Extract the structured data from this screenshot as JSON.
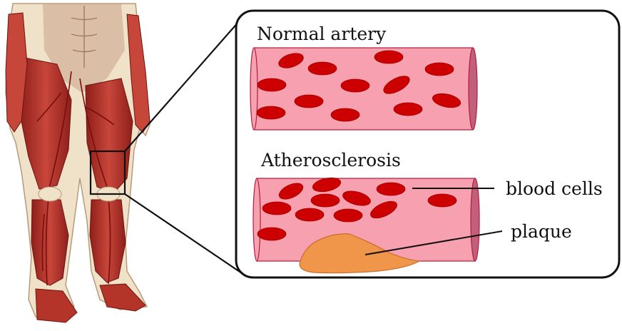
{
  "labels": {
    "normal": "Normal artery",
    "athero": "Atherosclerosis",
    "blood_cells": "blood cells",
    "plaque": "plaque"
  },
  "colors": {
    "vessel_fill": "#f7a1b0",
    "vessel_stroke": "#b31b3a",
    "vessel_end": "#c0607c",
    "cell_fill": "#cc0000",
    "plaque_fill": "#f0964a",
    "plaque_stroke": "#c86c2a",
    "muscle": "#b5342a",
    "skin": "#efe2c8",
    "frame": "#111111"
  },
  "icons": {
    "figure": "leg-anatomy-illustration",
    "magnifier": "zoom-callout-box"
  }
}
